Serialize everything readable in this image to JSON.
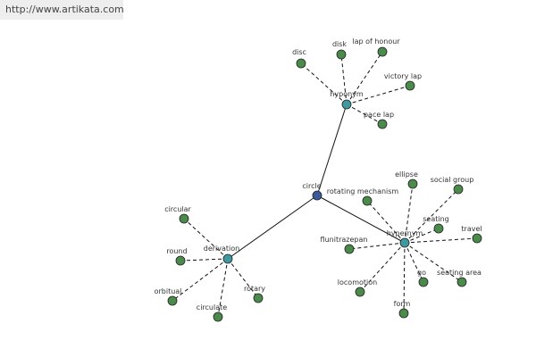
{
  "site_url": "http://www.artikata.com",
  "colors": {
    "center_node": "#3a5a9c",
    "hub_node": "#3e9aa0",
    "leaf_node": "#4a8a4a",
    "edge": "#111111"
  },
  "graph": {
    "center": {
      "label": "circle"
    },
    "hubs": [
      {
        "label": "hyponym",
        "leaves": [
          "disc",
          "disk",
          "lap of honour",
          "victory lap",
          "pace lap"
        ]
      },
      {
        "label": "hypernym",
        "leaves": [
          "rotating mechanism",
          "ellipse",
          "social group",
          "seating",
          "travel",
          "flunitrazepan",
          "locomotion",
          "form",
          "go",
          "seating area"
        ]
      },
      {
        "label": "derivation",
        "leaves": [
          "circular",
          "round",
          "orbitual",
          "circulate",
          "rotary"
        ]
      }
    ]
  }
}
